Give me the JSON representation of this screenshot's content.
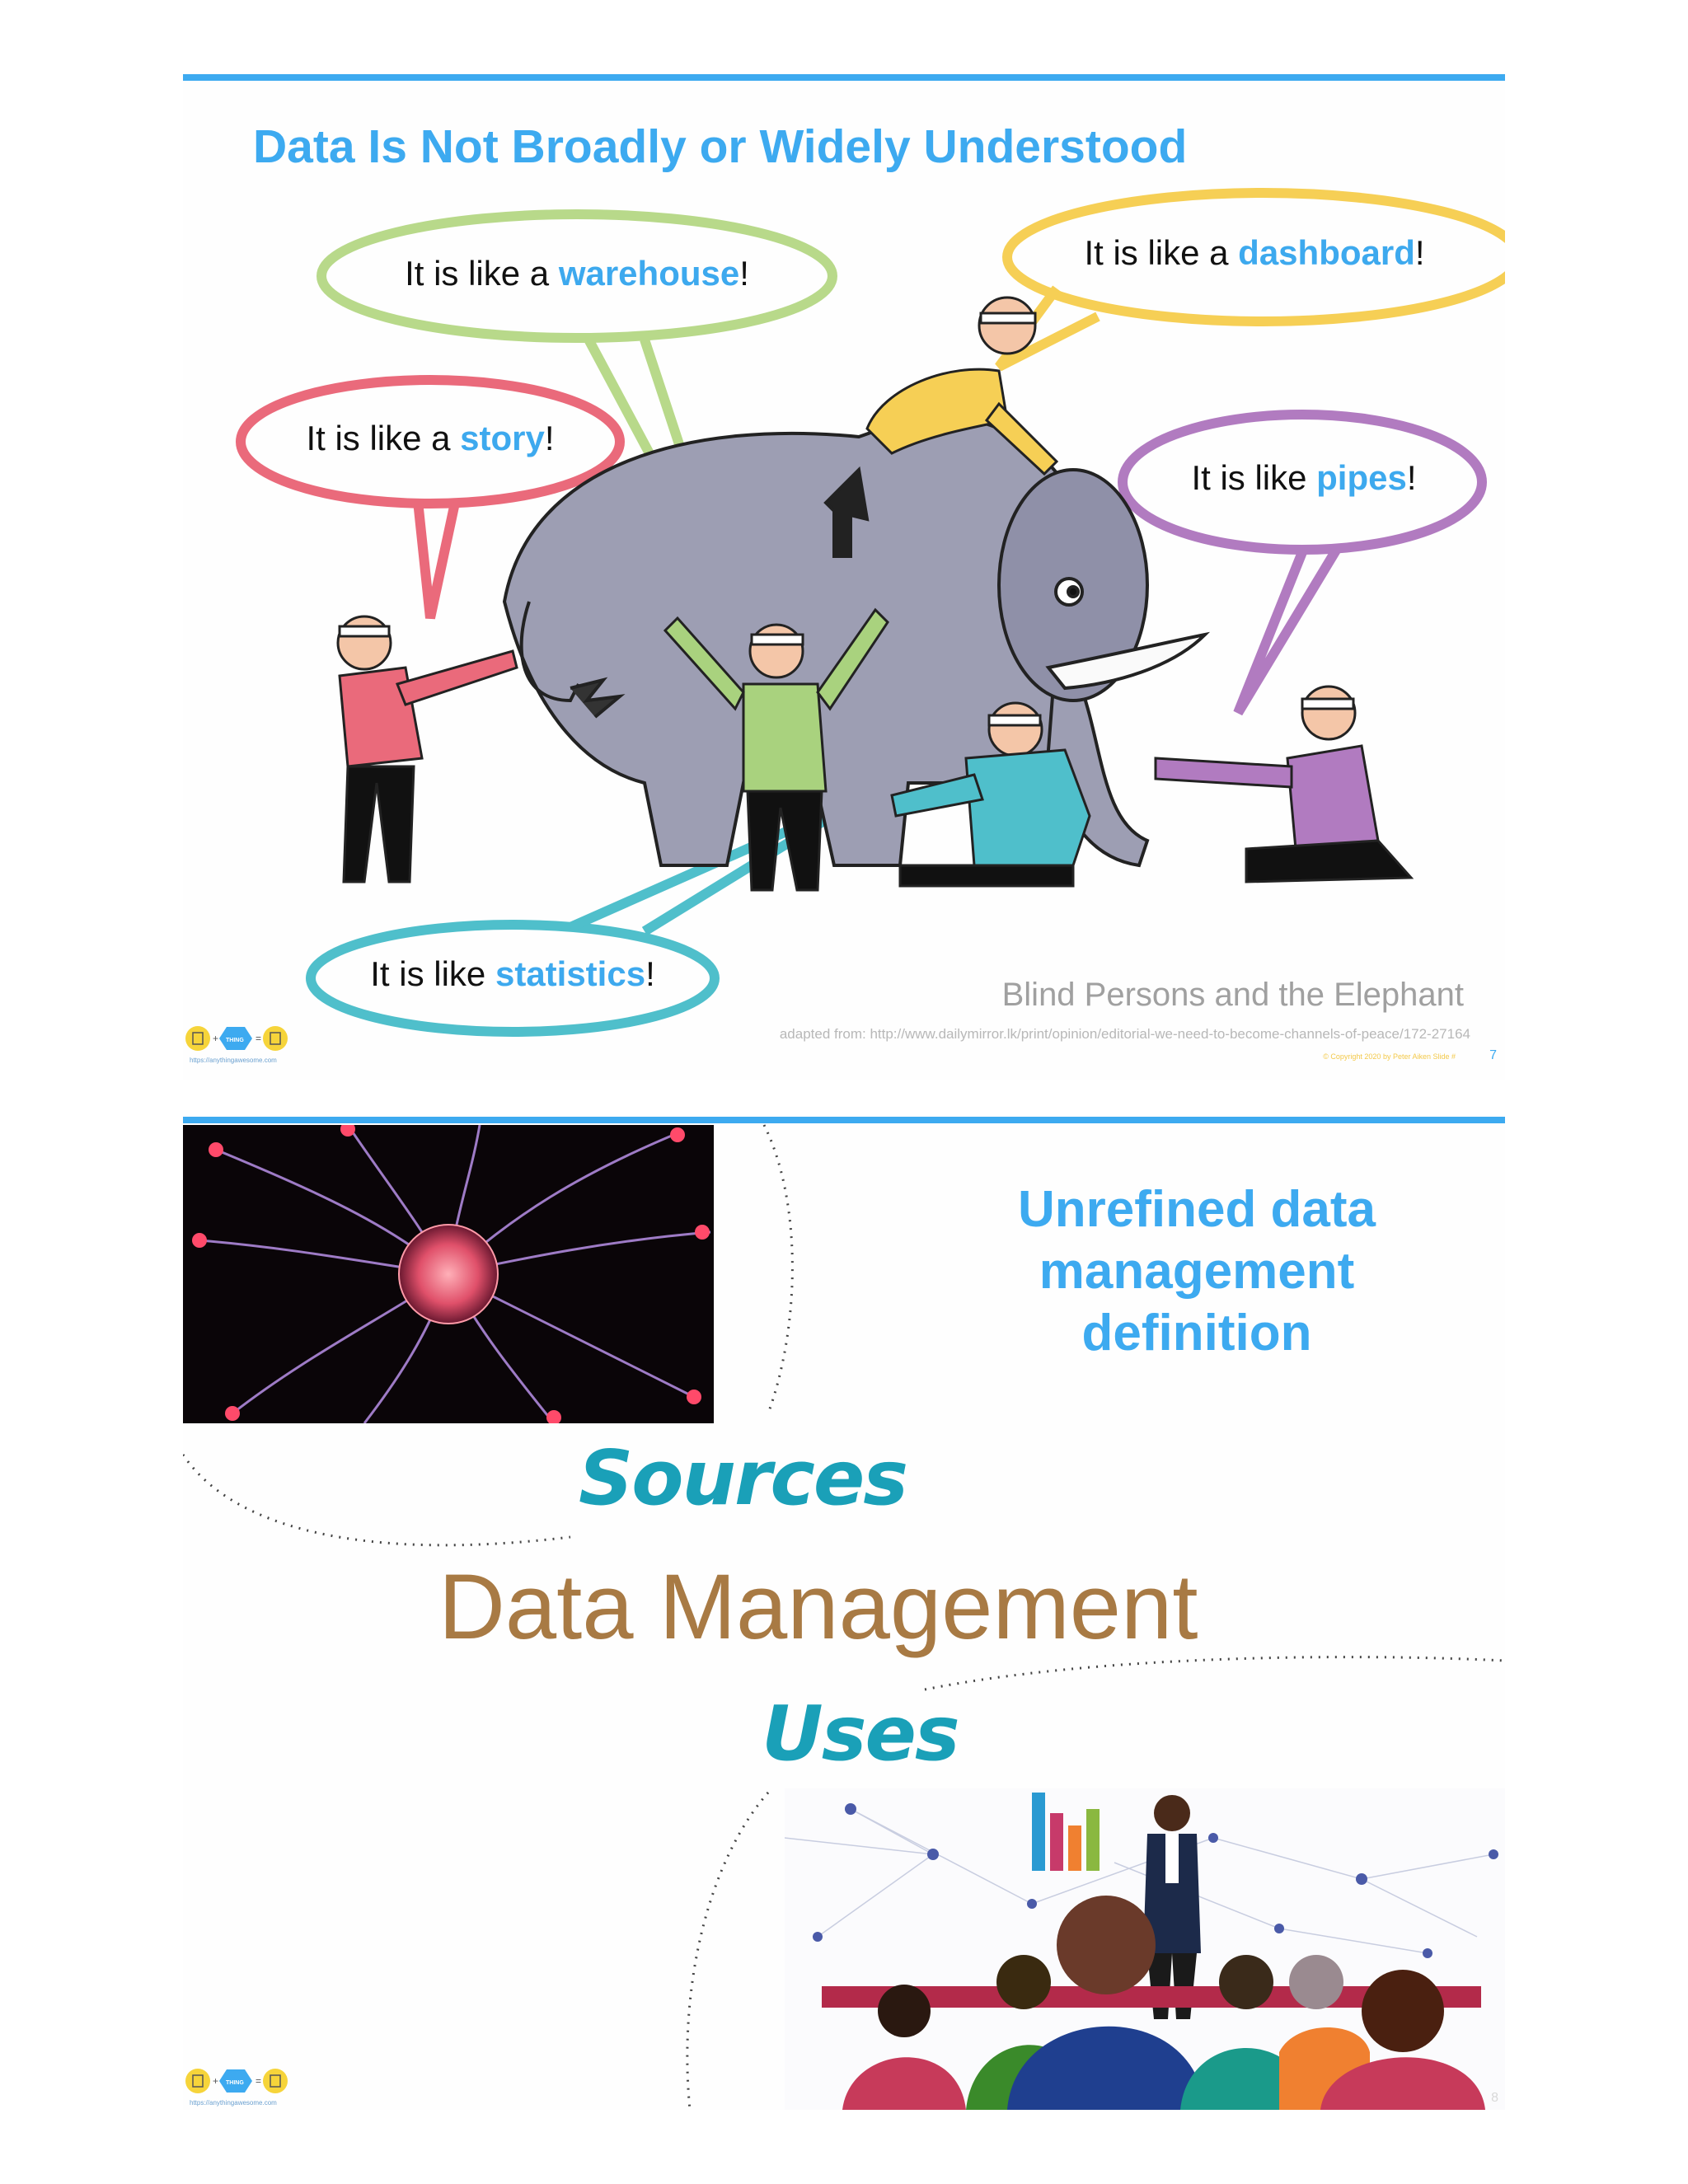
{
  "slide1": {
    "title": "Data Is Not Broadly or Widely Understood",
    "bubbles": {
      "warehouse": {
        "prefix": "It is like a ",
        "highlight": "warehouse",
        "suffix": "!"
      },
      "dashboard": {
        "prefix": "It is like a ",
        "highlight": "dashboard",
        "suffix": "!"
      },
      "story": {
        "prefix": "It is like a ",
        "highlight": "story",
        "suffix": "!"
      },
      "pipes": {
        "prefix": "It is like ",
        "highlight": "pipes",
        "suffix": "!"
      },
      "statistics": {
        "prefix": "It is like ",
        "highlight": "statistics",
        "suffix": "!"
      }
    },
    "caption": "Blind Persons and the Elephant",
    "credit": "adapted from:  http://www.dailymirror.lk/print/opinion/editorial-we-need-to-become-channels-of-peace/172-27164",
    "copyright": "© Copyright    2020    by Peter Aiken    Slide #",
    "page_number": "7",
    "logo_url": "https://anythingawesome.com",
    "colors": {
      "accent": "#3daaf0",
      "story": "#ea6a7b",
      "warehouse": "#b8d98a",
      "dashboard": "#f6cf55",
      "pipes": "#b17bc0",
      "statistics": "#4fbfcb"
    }
  },
  "slide2": {
    "title": "Unrefined data management definition",
    "sources": "Sources",
    "data_management": "Data Management",
    "uses": "Uses",
    "logo_url": "https://anythingawesome.com",
    "page_number": "8"
  }
}
